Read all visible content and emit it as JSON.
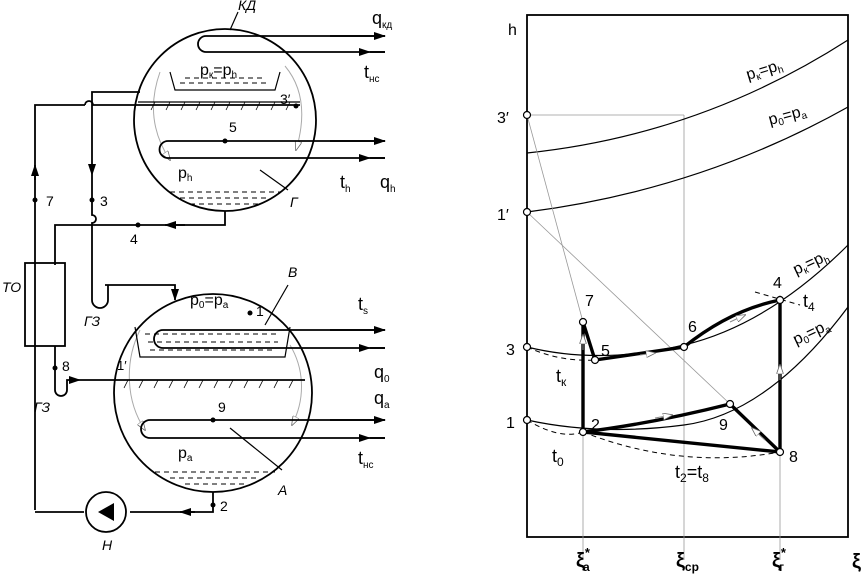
{
  "scheme": {
    "labels": {
      "kd": "КД",
      "g": "Г",
      "v": "В",
      "a": "А",
      "to": "ТО",
      "gz1": "ГЗ",
      "gz2": "ГЗ",
      "n": "Н"
    },
    "points": {
      "p2": "2",
      "p3": "3",
      "p3prime": "3′",
      "p4": "4",
      "p5": "5",
      "p7": "7",
      "p8": "8",
      "p9": "9",
      "p1": "1",
      "p1prime": "1′"
    },
    "pressures": {
      "kd_main": "p",
      "kd_sub1": "к",
      "kd_eq": "=p",
      "kd_sub2": "h",
      "g_main": "p",
      "g_sub": "h",
      "v_main": "p",
      "v_sub1": "0",
      "v_eq": "=p",
      "v_sub2": "a",
      "a_main": "p",
      "a_sub": "a"
    },
    "flows": {
      "qkd": "q",
      "qkd_sub": "кд",
      "tns_top": "t",
      "tns_top_sub": "нс",
      "th": "t",
      "th_sub": "h",
      "qh": "q",
      "qh_sub": "h",
      "ts": "t",
      "ts_sub": "s",
      "q0": "q",
      "q0_sub": "0",
      "qa": "q",
      "qa_sub": "a",
      "tns_bot": "t",
      "tns_bot_sub": "нс"
    }
  },
  "chart_data": {
    "type": "diagram",
    "y_axis_label": "h",
    "x_axis_symbol": "ξ",
    "x_ticks": [
      {
        "main": "ξ",
        "sup": "*",
        "sub": "a"
      },
      {
        "main": "ξ",
        "sup": "",
        "sub": "cp"
      },
      {
        "main": "ξ",
        "sup": "*",
        "sub": "г"
      }
    ],
    "isobars": [
      {
        "main": "p",
        "sub1": "к",
        "eq": "=p",
        "sub2": "h"
      },
      {
        "main": "p",
        "sub1": "0",
        "eq": "=p",
        "sub2": "a"
      },
      {
        "main": "p",
        "sub1": "к",
        "eq": "=p",
        "sub2": "h"
      },
      {
        "main": "p",
        "sub1": "0",
        "eq": "=p",
        "sub2": "a"
      }
    ],
    "left_axis_points": [
      "3′",
      "1′",
      "3",
      "1"
    ],
    "cycle_points": [
      "7",
      "5",
      "6",
      "4",
      "2",
      "9",
      "8"
    ],
    "isotherms": [
      {
        "main": "t",
        "sub": "4"
      },
      {
        "main": "t",
        "sub": "к"
      },
      {
        "main": "t",
        "sub": "0"
      },
      {
        "main": "t",
        "sub": "2",
        "eq": "=t",
        "sub2": "8"
      }
    ]
  }
}
